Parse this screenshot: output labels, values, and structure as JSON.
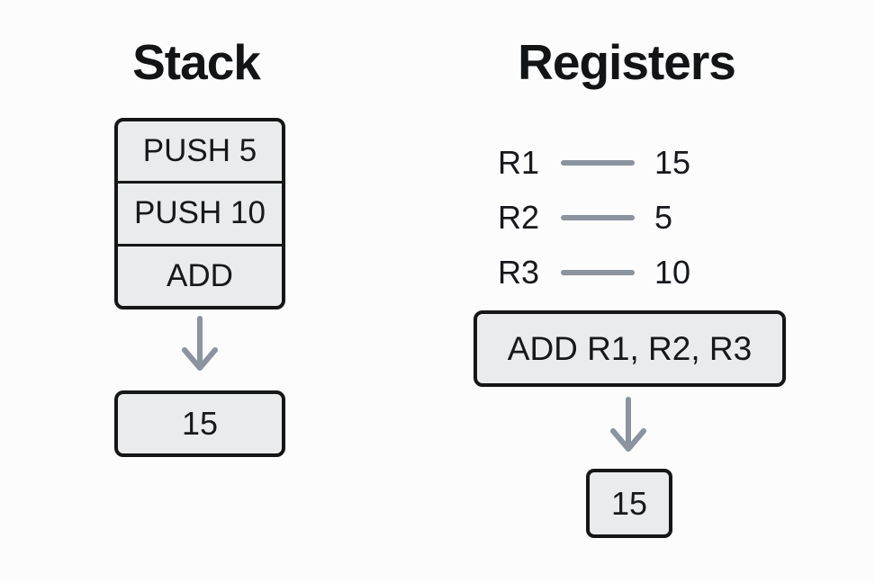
{
  "stack": {
    "title": "Stack",
    "instructions": [
      "PUSH 5",
      "PUSH 10",
      "ADD"
    ],
    "result": "15"
  },
  "registers": {
    "title": "Registers",
    "rows": [
      {
        "name": "R1",
        "value": "15"
      },
      {
        "name": "R2",
        "value": "5"
      },
      {
        "name": "R3",
        "value": "10"
      }
    ],
    "instruction": "ADD R1, R2, R3",
    "result": "15"
  },
  "icons": {
    "stack_arrow": "arrow-down-icon",
    "registers_arrow": "arrow-down-icon"
  },
  "colors": {
    "background": "#fcfcfc",
    "box_fill": "#e9ebec",
    "box_border": "#161616",
    "arrow_gray": "#8b939f",
    "text": "#16181b"
  }
}
